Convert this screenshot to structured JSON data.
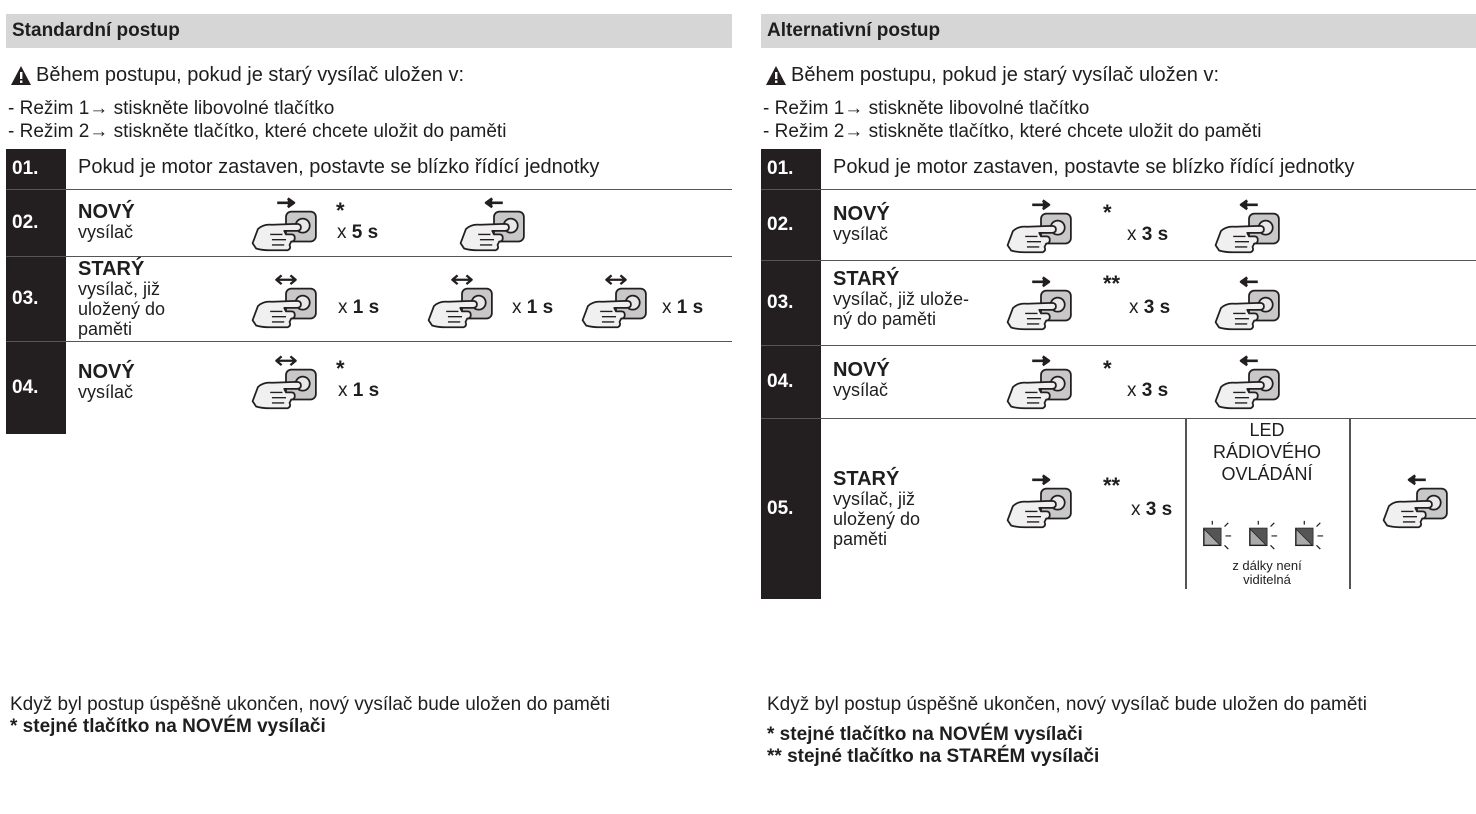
{
  "left": {
    "header": "Standardní postup",
    "warning": "Během postupu, pokud je starý vysílač uložen v:",
    "modes": [
      "- Režim 1→ stiskněte libovolné tlačítko",
      "- Režim 2→ stiskněte tlačítko, které chcete uložit do paměti"
    ],
    "steps": {
      "s01": {
        "num": "01.",
        "text": "Pokud je motor zastaven, postavte se blízko řídící jednotky"
      },
      "s02": {
        "num": "02.",
        "who_bold": "NOVÝ",
        "who": "vysílač",
        "times_prefix": "x ",
        "times_value": "5 s",
        "star": "*"
      },
      "s03": {
        "num": "03.",
        "who_bold": "STARÝ",
        "who1": "vysílač, již",
        "who2": "uložený do",
        "who3": "paměti",
        "times_prefix": "x ",
        "times_value": "1 s"
      },
      "s04": {
        "num": "04.",
        "who_bold": "NOVÝ",
        "who": "vysílač",
        "times_prefix": "x ",
        "times_value": "1 s",
        "star": "*"
      }
    },
    "footer": "Když byl postup úspěšně ukončen, nový vysílač bude uložen do paměti",
    "note1": "* stejné tlačítko na NOVÉM vysílači"
  },
  "right": {
    "header": "Alternativní postup",
    "warning": "Během postupu, pokud je starý vysílač uložen v:",
    "modes": [
      "- Režim 1→ stiskněte libovolné tlačítko",
      "- Režim 2→ stiskněte tlačítko, které chcete uložit do paměti"
    ],
    "steps": {
      "s01": {
        "num": "01.",
        "text": "Pokud je motor zastaven, postavte se blízko řídící jednotky"
      },
      "s02": {
        "num": "02.",
        "who_bold": "NOVÝ",
        "who": "vysílač",
        "times_prefix": "x ",
        "times_value": "3 s",
        "star": "*"
      },
      "s03": {
        "num": "03.",
        "who_bold": "STARÝ",
        "who1": "vysílač, již ulože-",
        "who2": "ný do paměti",
        "times_prefix": "x ",
        "times_value": "3 s",
        "star": "**"
      },
      "s04": {
        "num": "04.",
        "who_bold": "NOVÝ",
        "who": "vysílač",
        "times_prefix": "x ",
        "times_value": "3 s",
        "star": "*"
      },
      "s05": {
        "num": "05.",
        "who_bold": "STARÝ",
        "who1": "vysílač, již",
        "who2": "uložený do",
        "who3": "paměti",
        "times_prefix": "x ",
        "times_value": "3 s",
        "star": "**",
        "led1": "LED",
        "led2": "RÁDIOVÉHO",
        "led3": "OVLÁDÁNÍ",
        "led_note1": "z dálky není",
        "led_note2": "viditelná"
      }
    },
    "footer": "Když byl postup úspěšně ukončen, nový vysílač bude uložen do paměti",
    "note1": "* stejné tlačítko na NOVÉM vysílači",
    "note2": "** stejné tlačítko na STARÉM vysílači"
  },
  "icons": {
    "warning": "warning-triangle-icon",
    "hand": "hand-press-remote-icon",
    "led": "led-blink-icon"
  }
}
